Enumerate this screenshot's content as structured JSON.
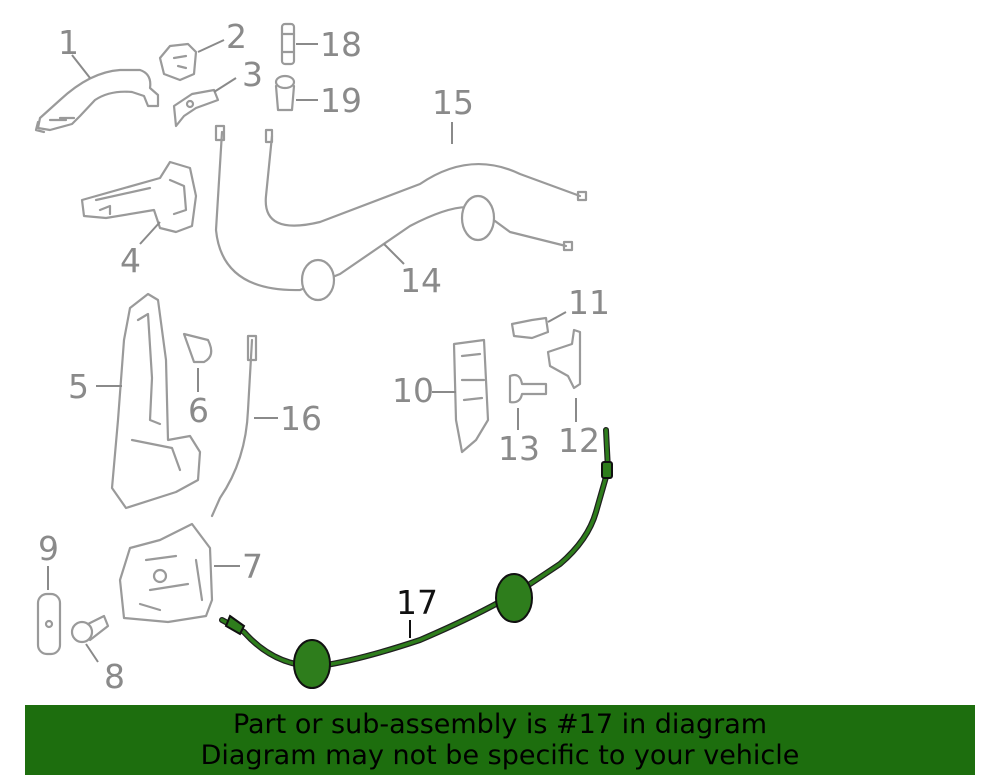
{
  "callouts": {
    "c1": "1",
    "c2": "2",
    "c3": "3",
    "c4": "4",
    "c5": "5",
    "c6": "6",
    "c7": "7",
    "c8": "8",
    "c9": "9",
    "c10": "10",
    "c11": "11",
    "c12": "12",
    "c13": "13",
    "c14": "14",
    "c15": "15",
    "c16": "16",
    "c17": "17",
    "c18": "18",
    "c19": "19"
  },
  "highlighted_part": "17",
  "colors": {
    "highlight": "#2e7d1c",
    "banner_bg": "#1d6e0e",
    "part_line": "#9a9a9a"
  },
  "banner": {
    "line1": "Part or sub-assembly is #17 in diagram",
    "line2": "Diagram may not be specific to your vehicle"
  }
}
